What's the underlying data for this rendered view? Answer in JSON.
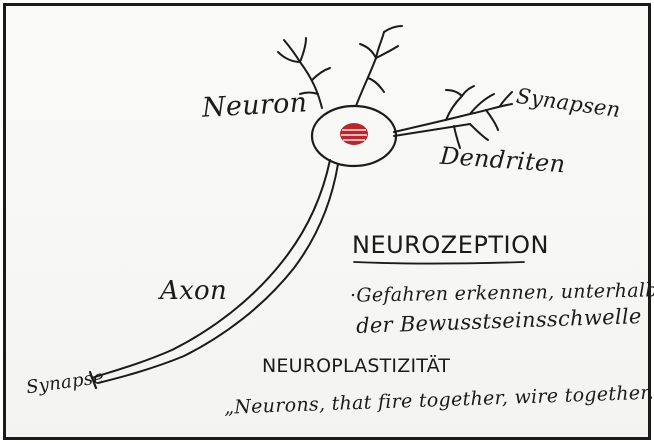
{
  "diagram": {
    "labels": {
      "neuron": "Neuron",
      "synapsen": "Synapsen",
      "dendriten": "Dendriten",
      "axon": "Axon",
      "synapse": "Synapse",
      "neurozeption": "NEUROZEPTION",
      "gefahren_line1": "·Gefahren erkennen, unterhalb",
      "gefahren_line2": "der Bewusstseinsschwelle",
      "neuroplastizitaet": "NEUROPLASTIZITÄT",
      "quote": "„Neurons, that fire together, wire together.“"
    },
    "colors": {
      "ink": "#1b1b1b",
      "nucleus": "#b8272d",
      "frame": "#1a1a1a"
    }
  }
}
